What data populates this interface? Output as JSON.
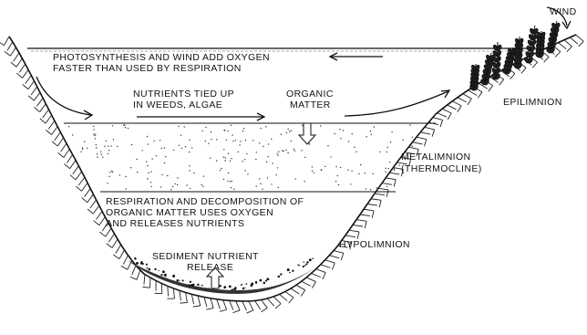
{
  "labels": {
    "wind": "WIND",
    "photo_line1": "PHOTOSYNTHESIS AND WIND ADD OXYGEN",
    "photo_line2": "FASTER THAN USED BY RESPIRATION",
    "nutrients_line1": "NUTRIENTS TIED UP",
    "nutrients_line2": "IN WEEDS, ALGAE",
    "organic_line1": "ORGANIC",
    "organic_line2": "MATTER",
    "epilimnion": "EPILIMNION",
    "metalimnion": "METALIMNION",
    "thermocline": "(THERMOCLINE)",
    "resp_line1": "RESPIRATION AND DECOMPOSITION OF",
    "resp_line2": "ORGANIC MATTER USES OXYGEN",
    "resp_line3": "AND RELEASES NUTRIENTS",
    "hypolimnion": "HYPOLIMNION",
    "sediment_line1": "SEDIMENT NUTRIENT",
    "sediment_line2": "RELEASE"
  }
}
